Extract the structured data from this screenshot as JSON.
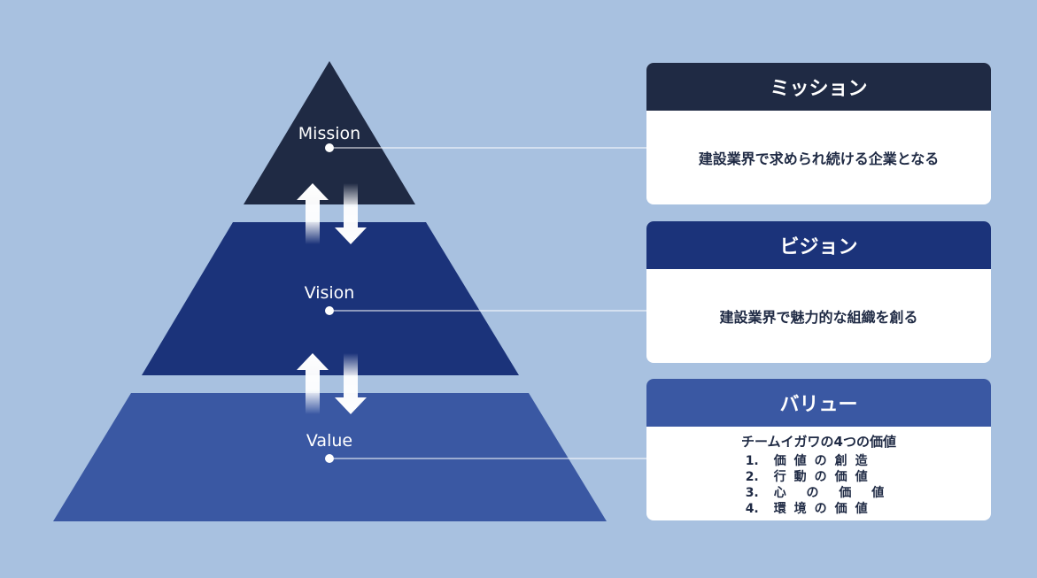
{
  "pyramid": {
    "tiers": [
      {
        "label": "Mission",
        "color": "#1f2a44"
      },
      {
        "label": "Vision",
        "color": "#1b337a"
      },
      {
        "label": "Value",
        "color": "#3a58a3"
      }
    ]
  },
  "cards": {
    "mission": {
      "title": "ミッション",
      "body": "建設業界で求められ続ける企業となる",
      "color": "#1f2a44"
    },
    "vision": {
      "title": "ビジョン",
      "body": "建設業界で魅力的な組織を創る",
      "color": "#1b337a"
    },
    "value": {
      "title": "バリュー",
      "subtitle": "チームイガワの4つの価値",
      "items": [
        {
          "num": "1.",
          "text": "価値の創造"
        },
        {
          "num": "2.",
          "text": "行動の価値"
        },
        {
          "num": "3.",
          "text": "心 の 価 値"
        },
        {
          "num": "4.",
          "text": "環境の価値"
        }
      ],
      "color": "#3a58a3"
    }
  },
  "colors": {
    "background": "#a8c1e0",
    "card_bg": "#ffffff",
    "connector": "#ffffff"
  }
}
